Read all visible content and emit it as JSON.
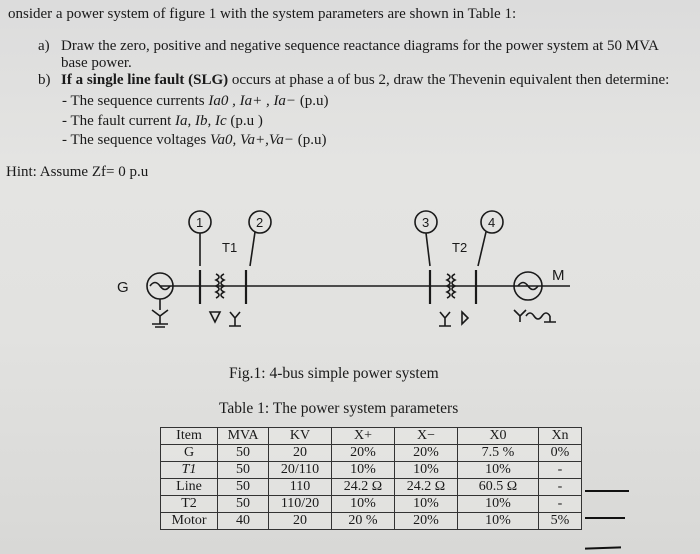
{
  "intro": "onsider a power system of figure 1 with the system parameters are shown in Table 1:",
  "part_a": {
    "label": "a)",
    "text": "Draw the zero, positive and negative sequence reactance diagrams for the power system at 50 MVA",
    "text2": "base power."
  },
  "part_b": {
    "label": "b)",
    "text_pre": "If ",
    "text_bold": "a single line fault (SLG)",
    "text_post": " occurs at phase a of bus 2, draw the Thevenin equivalent then determine:",
    "items": [
      {
        "prefix": "- The sequence currents ",
        "symbols": "Ia0 , Ia+ , Ia−",
        "suffix": " (p.u)"
      },
      {
        "prefix": "- The fault current ",
        "symbols": "Ia, Ib, Ic",
        "suffix": "  (p.u )"
      },
      {
        "prefix": "- The sequence voltages ",
        "symbols": "Va0, Va+,Va−",
        "suffix": "  (p.u)"
      }
    ]
  },
  "hint": "Hint: Assume Zf= 0 p.u",
  "diagram": {
    "bus_labels": [
      "1",
      "2",
      "3",
      "4"
    ],
    "transformer_labels": [
      "T1",
      "T2"
    ],
    "generator_label": "G",
    "motor_label": "M"
  },
  "caption": "Fig.1: 4-bus simple power system",
  "table_title": "Table 1: The power system parameters",
  "table": {
    "headers": [
      "Item",
      "MVA",
      "KV",
      "X+",
      "X−",
      "X0",
      "Xn"
    ],
    "rows": [
      [
        "G",
        "50",
        "20",
        "20%",
        "20%",
        "7.5 %",
        "0%"
      ],
      [
        "T1",
        "50",
        "20/110",
        "10%",
        "10%",
        "10%",
        "-"
      ],
      [
        "Line",
        "50",
        "110",
        "24.2 Ω",
        "24.2 Ω",
        "60.5 Ω",
        "-"
      ],
      [
        "T2",
        "50",
        "110/20",
        "10%",
        "10%",
        "10%",
        "-"
      ],
      [
        "Motor",
        "40",
        "20",
        "20 %",
        "20%",
        "10%",
        "5%"
      ]
    ]
  }
}
